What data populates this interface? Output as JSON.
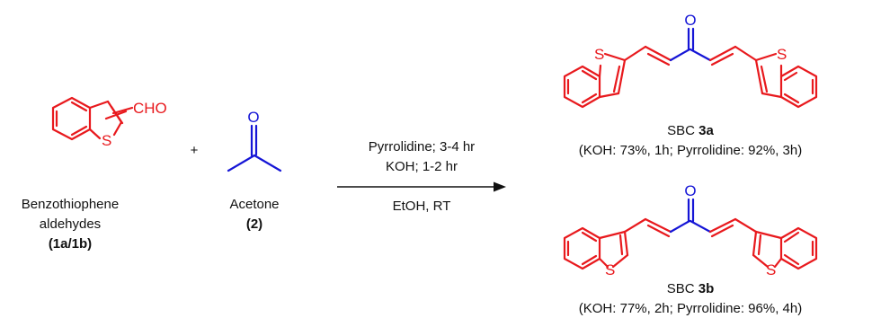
{
  "reactant1": {
    "name_line1": "Benzothiophene",
    "name_line2": "aldehydes",
    "code": "(1a/1b)",
    "substituent": "CHO",
    "heteroatom": "S"
  },
  "plus_sign": "+",
  "reactant2": {
    "name": "Acetone",
    "code": "(2)",
    "oxygen": "O"
  },
  "conditions": {
    "line1": "Pyrrolidine; 3-4 hr",
    "line2": "KOH; 1-2 hr",
    "line3": "EtOH, RT"
  },
  "product_a": {
    "prefix": "SBC",
    "code": "3a",
    "yields": "(KOH: 73%, 1h; Pyrrolidine: 92%, 3h)",
    "oxygen": "O",
    "heteroatom": "S"
  },
  "product_b": {
    "prefix": "SBC",
    "code": "3b",
    "yields": "(KOH: 77%, 2h; Pyrrolidine: 96%, 4h)",
    "oxygen": "O",
    "heteroatom": "S"
  },
  "colors": {
    "benzothiophene": "#e8191d",
    "enone_linker": "#1515d6",
    "text": "#111111"
  }
}
